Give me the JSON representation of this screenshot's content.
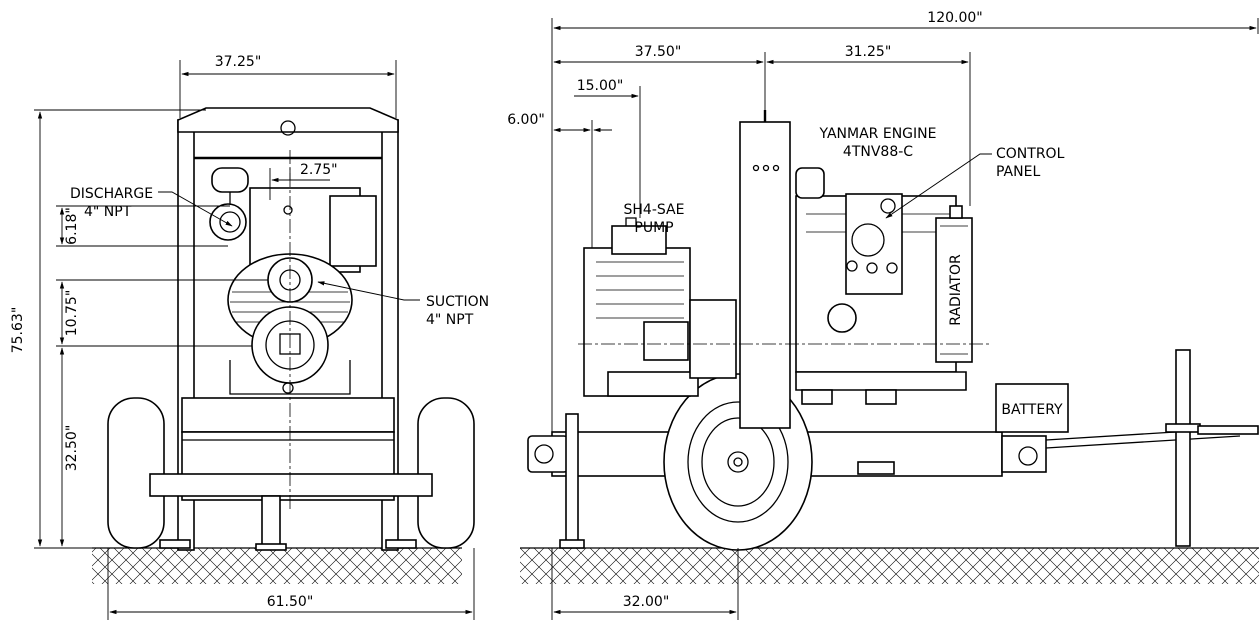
{
  "front_view": {
    "dims": {
      "width_top": "37.25\"",
      "width_bottom": "61.50\"",
      "height_total": "75.63\"",
      "height_lower": "32.50\"",
      "height_mid": "10.75\"",
      "height_upper": "6.18\"",
      "offset": "2.75\""
    },
    "discharge_line1": "DISCHARGE",
    "discharge_line2": "4\" NPT",
    "suction_line1": "SUCTION",
    "suction_line2": "4\" NPT"
  },
  "side_view": {
    "dims": {
      "overall_length": "120.00\"",
      "pump_to_axle": "37.50\"",
      "axle_to_engine": "31.25\"",
      "pump_offset": "15.00\"",
      "front_offset": "6.00\"",
      "axle_from_front": "32.00\""
    },
    "pump_line1": "SH4-SAE",
    "pump_line2": "PUMP",
    "engine_line1": "YANMAR ENGINE",
    "engine_line2": "4TNV88-C",
    "control_line1": "CONTROL",
    "control_line2": "PANEL",
    "radiator": "RADIATOR",
    "battery": "BATTERY"
  }
}
